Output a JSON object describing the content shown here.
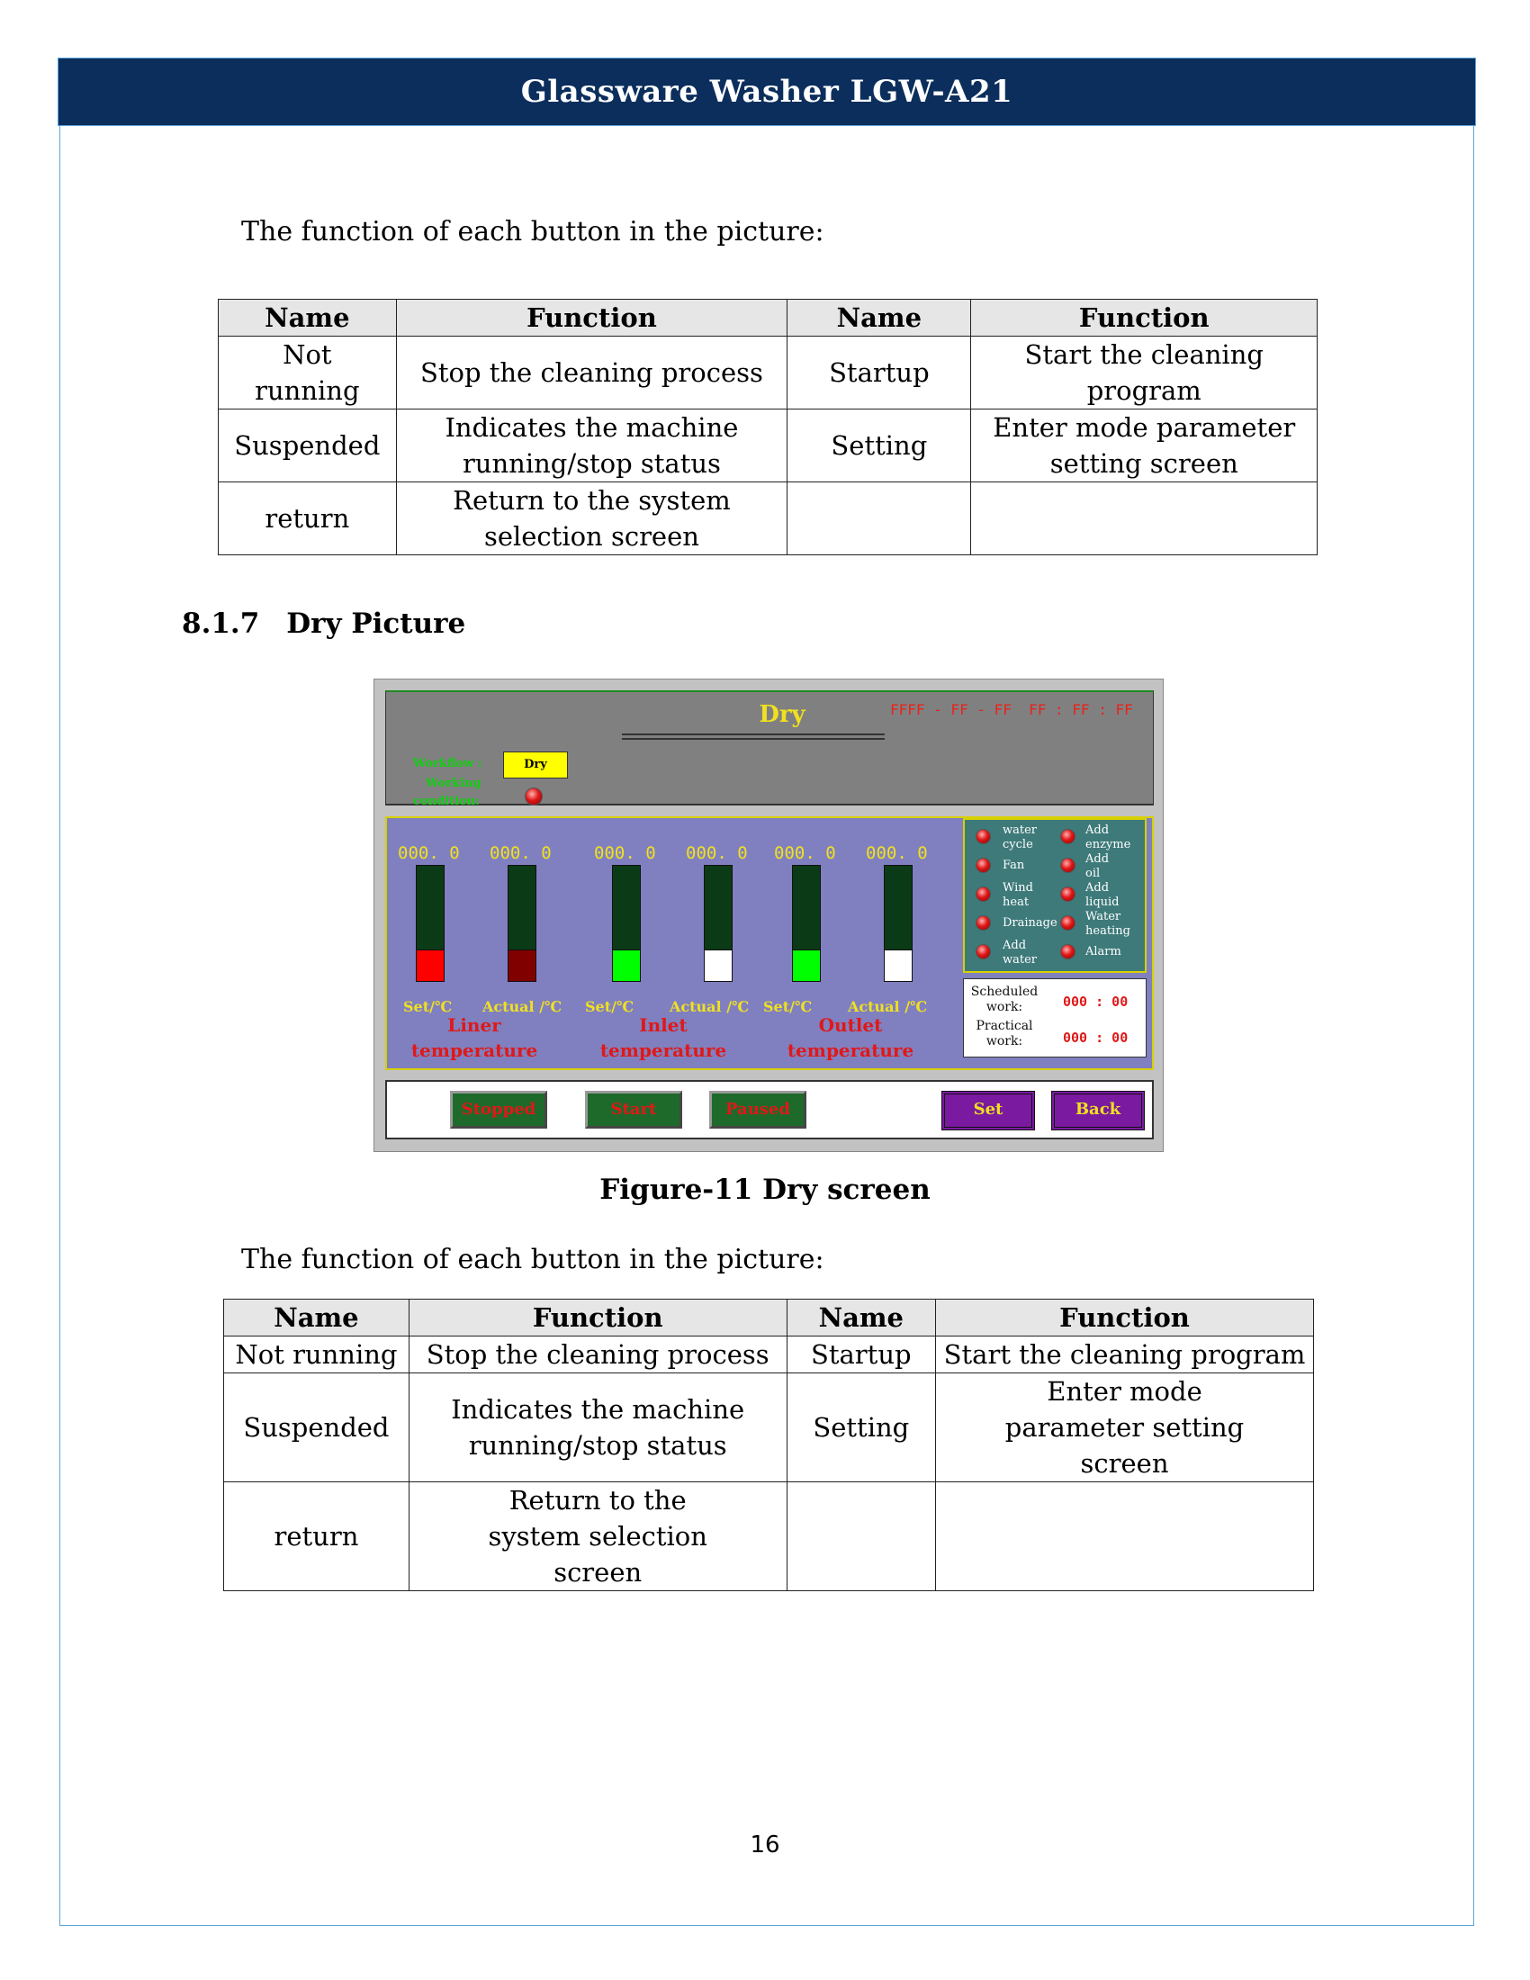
{
  "header": {
    "title": "Glassware Washer LGW-A21"
  },
  "intro_text": "The function of each button in the picture:",
  "table1": {
    "headers": [
      "Name",
      "Function",
      "Name",
      "Function"
    ],
    "rows": [
      [
        "Not running",
        "Stop the cleaning process",
        "Startup",
        "Start the cleaning program"
      ],
      [
        "Suspended",
        "Indicates the machine running/stop status",
        "Setting",
        "Enter mode parameter setting screen"
      ],
      [
        "return",
        "Return to the system selection screen",
        "",
        ""
      ]
    ]
  },
  "section": {
    "number": "8.1.7",
    "title": "Dry Picture"
  },
  "hmi": {
    "title": "Dry",
    "datetime": "FFFF - FF - FF  FF : FF : FF",
    "workflow_label": "Workflow :",
    "workflow_value": "Dry",
    "working_label_1": "Working",
    "working_label_2": "condition:",
    "temps": [
      {
        "value": "000. 0",
        "label": "Set/℃",
        "fill_color": "#ff0000",
        "fill_fraction": 0.27
      },
      {
        "value": "000. 0",
        "label": "Actual /℃",
        "fill_color": "#800000",
        "fill_fraction": 0.27
      },
      {
        "value": "000. 0",
        "label": "Set/℃",
        "fill_color": "#00ff00",
        "fill_fraction": 0.27
      },
      {
        "value": "000. 0",
        "label": "Actual /℃",
        "fill_color": "#ffffff",
        "fill_fraction": 0.27
      },
      {
        "value": "000. 0",
        "label": "Set/℃",
        "fill_color": "#00ff00",
        "fill_fraction": 0.27
      },
      {
        "value": "000. 0",
        "label": "Actual /℃",
        "fill_color": "#ffffff",
        "fill_fraction": 0.27
      }
    ],
    "groups": [
      {
        "line1": "Liner",
        "line2": "temperature"
      },
      {
        "line1": "Inlet",
        "line2": "temperature"
      },
      {
        "line1": "Outlet",
        "line2": "temperature"
      }
    ],
    "status_left": [
      {
        "l1": "water",
        "l2": "cycle"
      },
      {
        "l1": "Fan",
        "l2": ""
      },
      {
        "l1": "Wind",
        "l2": "heat"
      },
      {
        "l1": "Drainage",
        "l2": ""
      },
      {
        "l1": "Add",
        "l2": "water"
      }
    ],
    "status_right": [
      {
        "l1": "Add",
        "l2": "enzyme"
      },
      {
        "l1": "Add",
        "l2": "oil"
      },
      {
        "l1": "Add",
        "l2": "liquid"
      },
      {
        "l1": "Water",
        "l2": "heating"
      },
      {
        "l1": "Alarm",
        "l2": ""
      }
    ],
    "scheduled_1": "Scheduled",
    "scheduled_2": "work:",
    "scheduled_value": "000 : 00",
    "practical_1": "Practical",
    "practical_2": "work:",
    "practical_value": "000 : 00",
    "buttons": {
      "stopped": "Stopped",
      "start": "Start",
      "paused": "Paused",
      "set": "Set",
      "back": "Back"
    },
    "colors": {
      "title": "#f0e020",
      "alarm_led": "#e01818",
      "panel": "#8080c0",
      "status_panel": "#3e7a7a"
    }
  },
  "figure_caption": "Figure-11 Dry screen",
  "table2": {
    "headers": [
      "Name",
      "Function",
      "Name",
      "Function"
    ],
    "rows": [
      [
        "Not running",
        "Stop the cleaning process",
        "Startup",
        "Start the cleaning program"
      ],
      [
        "Suspended",
        "Indicates the machine running/stop status",
        "Setting",
        "Enter mode parameter setting screen"
      ],
      [
        "return",
        "Return to the system selection screen",
        "",
        ""
      ]
    ]
  },
  "page_number": "16"
}
